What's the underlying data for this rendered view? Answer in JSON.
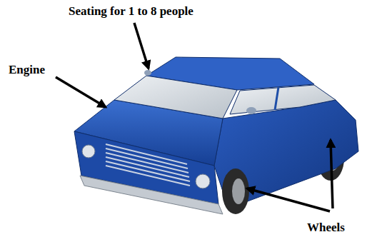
{
  "diagram": {
    "labels": [
      "Seating for 1 to 8 people",
      "Engine",
      "Wheels"
    ]
  }
}
